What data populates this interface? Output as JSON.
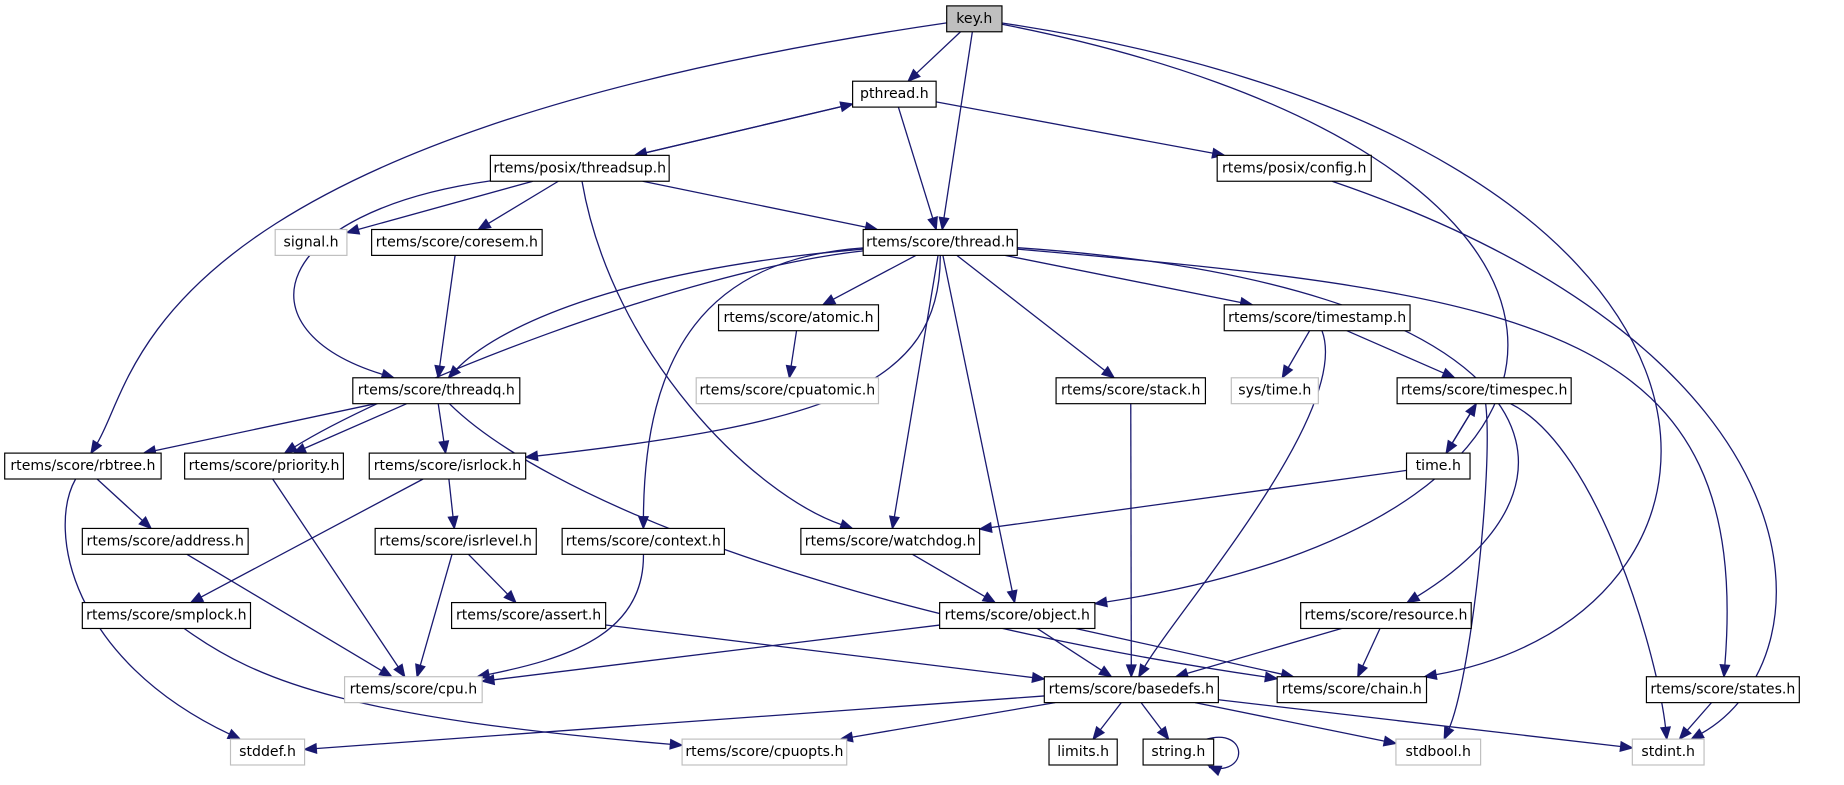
{
  "diagram": {
    "title": "key.h include dependency graph",
    "colors": {
      "edge": "#191970",
      "node_border": "#000000",
      "external_border": "#bfbfbf",
      "root_fill": "#bfbfbf"
    },
    "nodes": [
      {
        "id": "key",
        "label": "key.h",
        "kind": "root"
      },
      {
        "id": "pthread",
        "label": "pthread.h",
        "kind": "normal"
      },
      {
        "id": "threadsup",
        "label": "rtems/posix/threadsup.h",
        "kind": "normal"
      },
      {
        "id": "config",
        "label": "rtems/posix/config.h",
        "kind": "normal"
      },
      {
        "id": "signal",
        "label": "signal.h",
        "kind": "external"
      },
      {
        "id": "coresem",
        "label": "rtems/score/coresem.h",
        "kind": "normal"
      },
      {
        "id": "thread",
        "label": "rtems/score/thread.h",
        "kind": "normal"
      },
      {
        "id": "atomic",
        "label": "rtems/score/atomic.h",
        "kind": "normal"
      },
      {
        "id": "timestamp",
        "label": "rtems/score/timestamp.h",
        "kind": "normal"
      },
      {
        "id": "cpuatomic",
        "label": "rtems/score/cpuatomic.h",
        "kind": "external"
      },
      {
        "id": "threadq",
        "label": "rtems/score/threadq.h",
        "kind": "normal"
      },
      {
        "id": "stack",
        "label": "rtems/score/stack.h",
        "kind": "normal"
      },
      {
        "id": "systime",
        "label": "sys/time.h",
        "kind": "external"
      },
      {
        "id": "timespec",
        "label": "rtems/score/timespec.h",
        "kind": "normal"
      },
      {
        "id": "rbtree",
        "label": "rtems/score/rbtree.h",
        "kind": "normal"
      },
      {
        "id": "priority",
        "label": "rtems/score/priority.h",
        "kind": "normal"
      },
      {
        "id": "isrlock",
        "label": "rtems/score/isrlock.h",
        "kind": "normal"
      },
      {
        "id": "timeh",
        "label": "time.h",
        "kind": "normal"
      },
      {
        "id": "address",
        "label": "rtems/score/address.h",
        "kind": "normal"
      },
      {
        "id": "isrlevel",
        "label": "rtems/score/isrlevel.h",
        "kind": "normal"
      },
      {
        "id": "context",
        "label": "rtems/score/context.h",
        "kind": "normal"
      },
      {
        "id": "watchdog",
        "label": "rtems/score/watchdog.h",
        "kind": "normal"
      },
      {
        "id": "smplock",
        "label": "rtems/score/smplock.h",
        "kind": "normal"
      },
      {
        "id": "assert",
        "label": "rtems/score/assert.h",
        "kind": "normal"
      },
      {
        "id": "object",
        "label": "rtems/score/object.h",
        "kind": "normal"
      },
      {
        "id": "resource",
        "label": "rtems/score/resource.h",
        "kind": "normal"
      },
      {
        "id": "cpu",
        "label": "rtems/score/cpu.h",
        "kind": "external"
      },
      {
        "id": "basedefs",
        "label": "rtems/score/basedefs.h",
        "kind": "normal"
      },
      {
        "id": "chain",
        "label": "rtems/score/chain.h",
        "kind": "normal"
      },
      {
        "id": "states",
        "label": "rtems/score/states.h",
        "kind": "normal"
      },
      {
        "id": "stddef",
        "label": "stddef.h",
        "kind": "external"
      },
      {
        "id": "cpuopts",
        "label": "rtems/score/cpuopts.h",
        "kind": "external"
      },
      {
        "id": "limits",
        "label": "limits.h",
        "kind": "normal"
      },
      {
        "id": "string",
        "label": "string.h",
        "kind": "normal"
      },
      {
        "id": "stdbool",
        "label": "stdbool.h",
        "kind": "external"
      },
      {
        "id": "stdint",
        "label": "stdint.h",
        "kind": "external"
      }
    ],
    "edges": [
      [
        "key",
        "pthread"
      ],
      [
        "key",
        "thread"
      ],
      [
        "key",
        "rbtree"
      ],
      [
        "key",
        "object"
      ],
      [
        "key",
        "chain"
      ],
      [
        "pthread",
        "threadsup"
      ],
      [
        "pthread",
        "thread"
      ],
      [
        "pthread",
        "config"
      ],
      [
        "threadsup",
        "pthread"
      ],
      [
        "threadsup",
        "signal"
      ],
      [
        "threadsup",
        "coresem"
      ],
      [
        "threadsup",
        "thread"
      ],
      [
        "threadsup",
        "threadq"
      ],
      [
        "threadsup",
        "watchdog"
      ],
      [
        "config",
        "stdint"
      ],
      [
        "coresem",
        "threadq"
      ],
      [
        "thread",
        "atomic"
      ],
      [
        "thread",
        "timestamp"
      ],
      [
        "thread",
        "threadq"
      ],
      [
        "thread",
        "priority"
      ],
      [
        "thread",
        "isrlock"
      ],
      [
        "thread",
        "context"
      ],
      [
        "thread",
        "watchdog"
      ],
      [
        "thread",
        "object"
      ],
      [
        "thread",
        "stack"
      ],
      [
        "thread",
        "resource"
      ],
      [
        "thread",
        "states"
      ],
      [
        "atomic",
        "cpuatomic"
      ],
      [
        "timestamp",
        "systime"
      ],
      [
        "timestamp",
        "timespec"
      ],
      [
        "timestamp",
        "basedefs"
      ],
      [
        "timespec",
        "timeh"
      ],
      [
        "timespec",
        "stdbool"
      ],
      [
        "timespec",
        "stdint"
      ],
      [
        "timeh",
        "timespec"
      ],
      [
        "timeh",
        "watchdog"
      ],
      [
        "threadq",
        "rbtree"
      ],
      [
        "threadq",
        "priority"
      ],
      [
        "threadq",
        "isrlock"
      ],
      [
        "threadq",
        "chain"
      ],
      [
        "stack",
        "basedefs"
      ],
      [
        "rbtree",
        "address"
      ],
      [
        "rbtree",
        "stddef"
      ],
      [
        "priority",
        "cpu"
      ],
      [
        "isrlock",
        "isrlevel"
      ],
      [
        "isrlock",
        "smplock"
      ],
      [
        "address",
        "cpu"
      ],
      [
        "isrlevel",
        "assert"
      ],
      [
        "isrlevel",
        "cpu"
      ],
      [
        "context",
        "cpu"
      ],
      [
        "watchdog",
        "object"
      ],
      [
        "smplock",
        "cpuopts"
      ],
      [
        "assert",
        "basedefs"
      ],
      [
        "object",
        "cpu"
      ],
      [
        "object",
        "basedefs"
      ],
      [
        "object",
        "chain"
      ],
      [
        "resource",
        "basedefs"
      ],
      [
        "resource",
        "chain"
      ],
      [
        "states",
        "stdint"
      ],
      [
        "basedefs",
        "stddef"
      ],
      [
        "basedefs",
        "cpuopts"
      ],
      [
        "basedefs",
        "limits"
      ],
      [
        "basedefs",
        "string"
      ],
      [
        "basedefs",
        "stdbool"
      ],
      [
        "basedefs",
        "stdint"
      ],
      [
        "string",
        "string"
      ]
    ]
  }
}
